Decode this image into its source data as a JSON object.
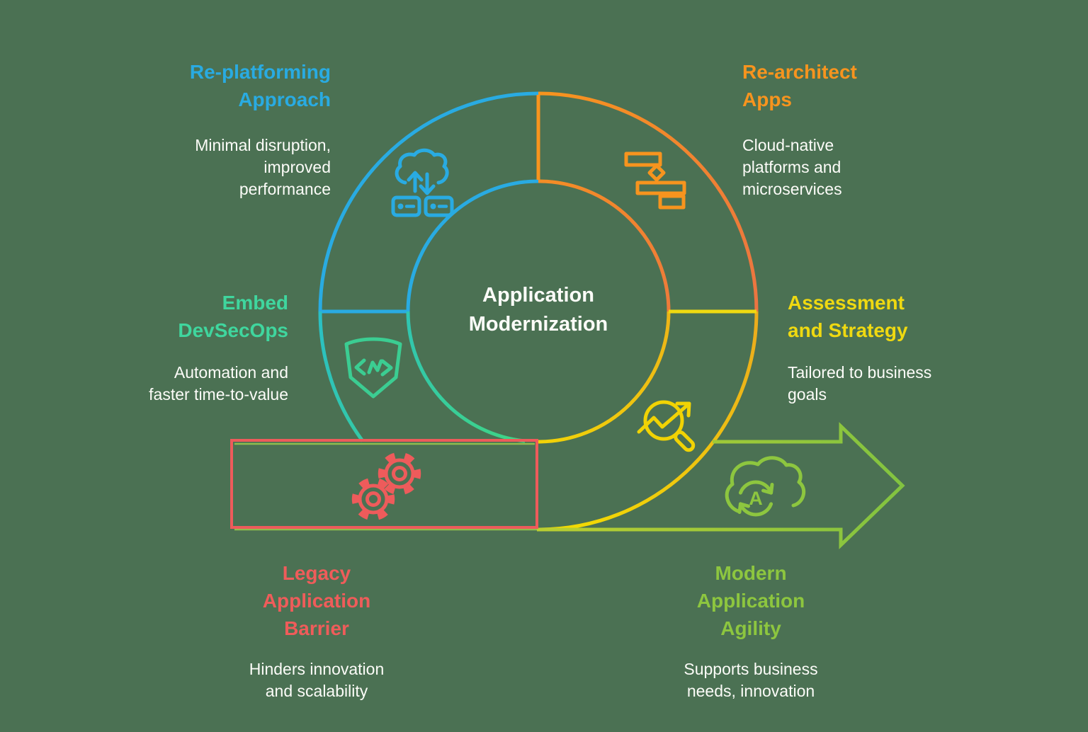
{
  "colors": {
    "background": "#4B7153",
    "blue": "#29ABE2",
    "orange": "#F7941E",
    "mint_green": "#3FD69E",
    "yellow": "#EFD911",
    "red": "#EF5C5A",
    "light_green": "#8DC63F",
    "white": "#FCFCF8"
  },
  "center": {
    "title": "Application\nModernization"
  },
  "sections": {
    "replatforming": {
      "title": "Re-platforming\nApproach",
      "description": "Minimal disruption,\nimproved\nperformance"
    },
    "rearchitect": {
      "title": "Re-architect\nApps",
      "description": "Cloud-native\nplatforms and\nmicroservices"
    },
    "devsecops": {
      "title": "Embed\nDevSecOps",
      "description": "Automation and\nfaster time-to-value"
    },
    "assessment": {
      "title": "Assessment\nand Strategy",
      "description": "Tailored to business\ngoals"
    },
    "legacy": {
      "title": "Legacy\nApplication\nBarrier",
      "description": "Hinders innovation\nand scalability"
    },
    "modern": {
      "title": "Modern\nApplication\nAgility",
      "description": "Supports business\nneeds, innovation"
    }
  },
  "icons": {
    "agility_letter": "A"
  }
}
